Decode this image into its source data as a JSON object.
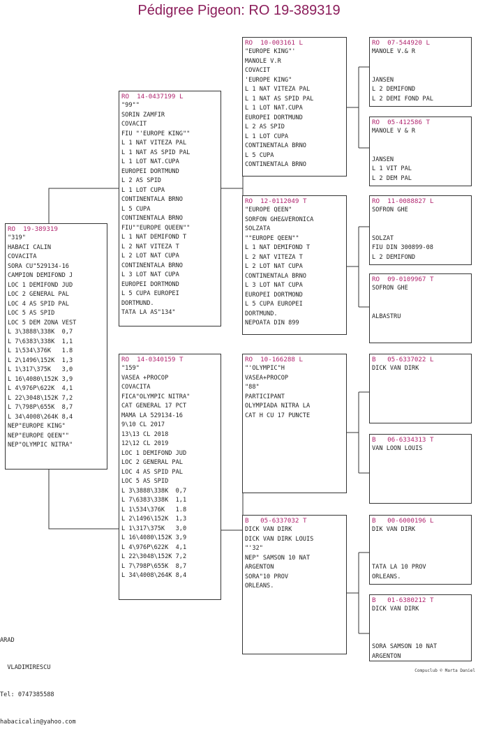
{
  "title": "Pédigree Pigeon: RO  19-389319",
  "boxes": {
    "subject": {
      "header": "RO  19-389319",
      "lines": [
        "\"319\"",
        "HABACI CALIN",
        "COVACITA",
        "SORA CU\"529134-16",
        "CAMPION DEMIFOND J",
        "LOC 1 DEMIFOND JUD",
        "LOC 2 GENERAL PAL",
        "LOC 4 AS SPID PAL",
        "LOC 5 AS SPID",
        "LOC 5 DEM ZONA VEST",
        "L 3\\3888\\338K  0,7",
        "L 7\\6383\\338K  1,1",
        "L 1\\534\\376K   1.8",
        "L 2\\1496\\152K  1,3",
        "L 1\\317\\375K   3,0",
        "L 16\\4080\\152K 3,9",
        "L 4\\976P\\622K  4,1",
        "L 22\\3048\\152K 7,2",
        "L 7\\798P\\655K  8,7",
        "L 34\\4008\\264K 8,4",
        "NEP\"EUROPE KING\"",
        "NEP\"EUROPE QEEN\"\"",
        "NEP\"OLYMPIC NITRA\""
      ]
    },
    "father": {
      "header": "RO  14-0437199 L",
      "lines": [
        "\"99\"\"",
        "SORIN ZAMFIR",
        "COVACIT",
        "FIU \"'EUROPE KING\"\"",
        "L 1 NAT VITEZA PAL",
        "L 1 NAT AS SPID PAL",
        "L 1 LOT NAT.CUPA",
        "EUROPEI DORTMUND",
        "L 2 AS SPID",
        "L 1 LOT CUPA",
        "CONTINENTALA BRNO",
        "L 5 CUPA",
        "CONTINENTALA BRNO",
        "FIU\"\"EUROPE QUEEN\"\"",
        "L 1 NAT DEMIFOND T",
        "L 2 NAT VITEZA T",
        "L 2 LOT NAT CUPA",
        "CONTINENTALA BRNO",
        "L 3 LOT NAT CUPA",
        "EUROPEI DORTMOND",
        "L 5 CUPA EUROPEI",
        "DORTMUND.",
        "TATA LA AS\"134\""
      ]
    },
    "mother": {
      "header": "RO  14-0340159 T",
      "lines": [
        "\"159\"",
        "VASEA +PROCOP",
        "COVACITA",
        "FICA\"OLYMPIC NITRA\"",
        "CAT GENERAL 17 PCT",
        "MAMA LA 529134-16",
        "9\\10 CL 2017",
        "13\\13 CL 2018",
        "12\\12 CL 2019",
        "LOC 1 DEMIFOND JUD",
        "LOC 2 GENERAL PAL",
        "LOC 4 AS SPID PAL",
        "LOC 5 AS SPID",
        "L 3\\3888\\338K  0,7",
        "L 7\\6383\\338K  1,1",
        "L 1\\534\\376K   1.8",
        "L 2\\1496\\152K  1,3",
        "L 1\\317\\375K   3,0",
        "L 16\\4080\\152K 3,9",
        "L 4\\976P\\622K  4,1",
        "L 22\\3048\\152K 7,2",
        "L 7\\798P\\655K  8,7",
        "L 34\\4008\\264K 8,4"
      ]
    },
    "ff": {
      "header": "RO  10-003161 L",
      "lines": [
        "\"EUROPE KING\"'",
        "MANOLE V.R",
        "COVACIT",
        "'EUROPE KING\"",
        "L 1 NAT VITEZA PAL",
        "L 1 NAT AS SPID PAL",
        "L 1 LOT NAT.CUPA",
        "EUROPEI DORTMUND",
        "L 2 AS SPID",
        "L 1 LOT CUPA",
        "CONTINENTALA BRNO",
        "L 5 CUPA",
        "CONTINENTALA BRNO"
      ]
    },
    "fm": {
      "header": "RO  12-0112049 T",
      "lines": [
        "\"EUROPE QEEN\"",
        "SORFON GHE&VERONICA",
        "SOLZATA",
        "\"\"EUROPE QEEN\"\"",
        "L 1 NAT DEMIFOND T",
        "L 2 NAT VITEZA T",
        "L 2 LOT NAT CUPA",
        "CONTINENTALA BRNO",
        "L 3 LOT NAT CUPA",
        "EUROPEI DORTMOND",
        "L 5 CUPA EUROPEI",
        "DORTMUND.",
        "NEPOATA DIN 899"
      ]
    },
    "mf": {
      "header": "RO  10-166288 L",
      "lines": [
        "\"'OLYMPIC\"H",
        "VASEA+PROCOP",
        "\"88\"",
        "PARTICIPANT",
        "OLYMPIADA NITRA LA",
        "CAT H CU 17 PUNCTE"
      ]
    },
    "mm": {
      "header": "B   05-6337032 T",
      "lines": [
        "DICK VAN DIRK",
        "DICK VAN DIRK LOUIS",
        "\"'32\"",
        "NEP\" SAMSON 10 NAT",
        "ARGENTON",
        "SORA\"10 PROV",
        "ORLEANS."
      ]
    },
    "fff": {
      "header": "RO  07-544920 L",
      "lines": [
        "MANOLE V.& R",
        "",
        "",
        "JANSEN",
        "L 2 DEMIFOND",
        "L 2 DEMI FOND PAL"
      ]
    },
    "ffm": {
      "header": "RO  05-412586 T",
      "lines": [
        "MANOLE V & R",
        "",
        "",
        "JANSEN",
        "L 1 VIT PAL",
        "L 2 DEM PAL"
      ]
    },
    "fmf": {
      "header": "RO  11-0088827 L",
      "lines": [
        "SOFRON GHE",
        "",
        "",
        "SOLZAT",
        "FIU DIN 300899-08",
        "L 2 DEMIFOND"
      ]
    },
    "fmm": {
      "header": "RO  09-0109967 T",
      "lines": [
        "SOFRON GHE",
        "",
        "",
        "ALBASTRU"
      ]
    },
    "mff": {
      "header": "B   05-6337022 L",
      "lines": [
        "DICK VAN DIRK"
      ]
    },
    "mfm": {
      "header": "B   06-6334313 T",
      "lines": [
        "VAN LOON LOUIS"
      ]
    },
    "mmf": {
      "header": "B   00-6000196 L",
      "lines": [
        "DIK VAN DIRK",
        "",
        "",
        "",
        "TATA LA 10 PROV",
        "ORLEANS."
      ]
    },
    "mmm": {
      "header": "B   01-6380212 T",
      "lines": [
        "DICK VAN DIRK",
        "",
        "",
        "",
        "SORA SAMSON 10 NAT",
        "ARGENTON"
      ]
    }
  },
  "contact": {
    "lines": [
      "ARAD",
      "  VLADIMIRESCU",
      "Tel: 0747385588",
      "habacicalin@yahoo.com"
    ]
  },
  "footer": "Compuclub © Marta Daniel"
}
